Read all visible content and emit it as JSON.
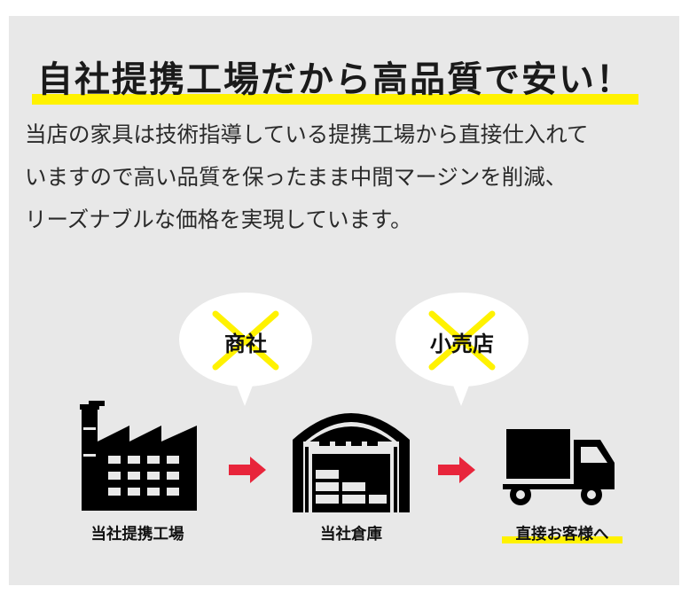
{
  "headline": "自社提携工場だから高品質で安い！",
  "body_lines": [
    "当店の家具は技術指導している提携工場から直接仕入れて",
    "いますので高い品質を保ったまま中間マージンを削減、",
    "リーズナブルな価格を実現しています。"
  ],
  "bubbles": [
    {
      "label": "商社"
    },
    {
      "label": "小売店"
    }
  ],
  "steps": [
    {
      "icon": "factory-icon",
      "label": "当社提携工場"
    },
    {
      "icon": "warehouse-icon",
      "label": "当社倉庫"
    },
    {
      "icon": "truck-icon",
      "label": "直接お客様へ"
    }
  ],
  "colors": {
    "panel_bg": "#e8e8e8",
    "highlight": "#fff200",
    "arrow": "#e8253b",
    "icon": "#000000"
  }
}
